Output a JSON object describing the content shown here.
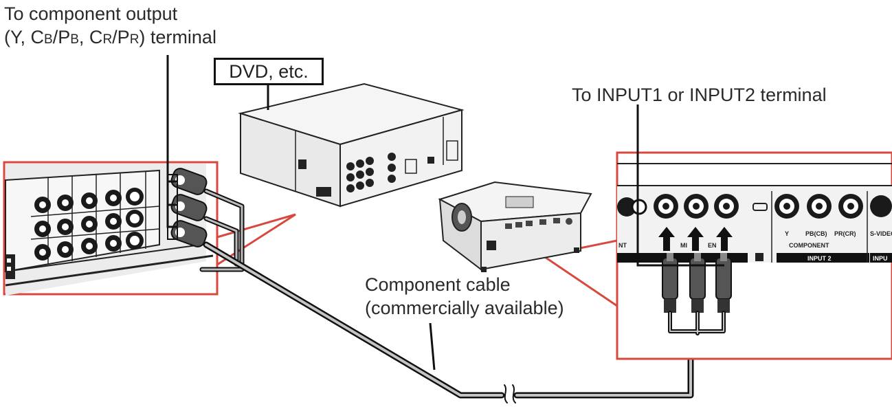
{
  "labels": {
    "component_output_line1": "To component output",
    "component_output_line2": {
      "p1": "(Y, C",
      "p2": "B",
      "p3": "/P",
      "p4": "B",
      "p5": ", C",
      "p6": "R",
      "p7": "/P",
      "p8": "R",
      "p9": ") terminal"
    },
    "dvd": "DVD, etc.",
    "input_terminal": "To INPUT1 or INPUT2 terminal",
    "cable_line1": "Component cable",
    "cable_line2": "(commercially available)"
  },
  "panel_labels": {
    "y": "Y",
    "pb": "PB(CB)",
    "pr": "PR(CR)",
    "component": "COMPONENT",
    "input2": "INPUT 2",
    "svideo": "S-VIDEO",
    "inpu": "INPU",
    "nt": "NT",
    "hdmi_fragment": "MI",
    "en_fragment": "EN"
  },
  "colors": {
    "callout_red": "#d9483f",
    "line": "#111111",
    "device_gray": "#e9e9e9",
    "cable_gray": "#9a9a9a"
  }
}
